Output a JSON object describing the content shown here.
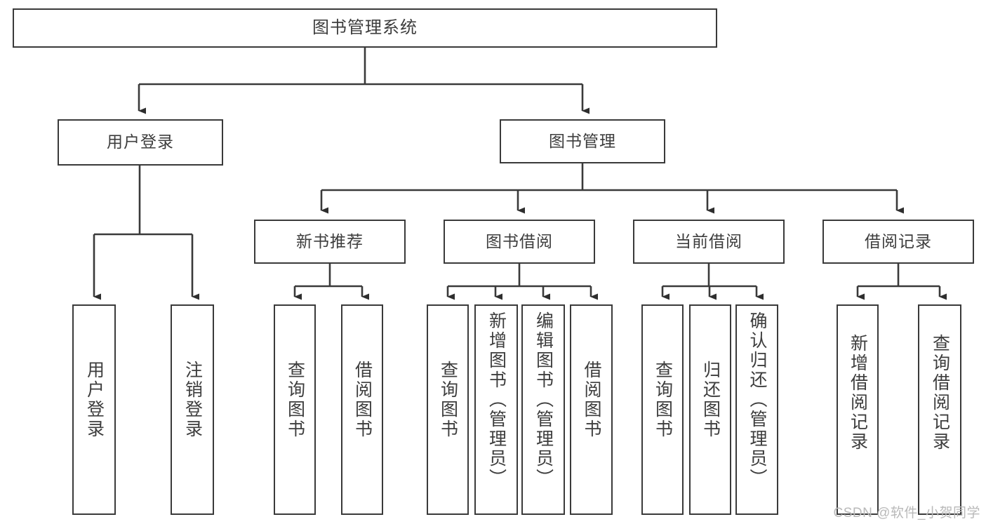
{
  "diagram": {
    "title": "图书管理系统",
    "watermark": "CSDN @软件_小贺同学",
    "colors": {
      "stroke": "#3a3a3a",
      "text": "#3d3d3d",
      "background": "#ffffff",
      "watermark": "#b9b9b9"
    },
    "nodes": {
      "root": {
        "label": "图书管理系统"
      },
      "level2": [
        {
          "label": "用户登录"
        },
        {
          "label": "图书管理"
        }
      ],
      "level3": [
        {
          "label": "新书推荐"
        },
        {
          "label": "图书借阅"
        },
        {
          "label": "当前借阅"
        },
        {
          "label": "借阅记录"
        }
      ],
      "leaves": {
        "user_login": [
          {
            "label": "用户登录"
          },
          {
            "label": "注销登录"
          }
        ],
        "new_book": [
          {
            "label": "查询图书"
          },
          {
            "label": "借阅图书"
          }
        ],
        "book_borrow": [
          {
            "label": "查询图书"
          },
          {
            "label": "新增图书（管理员）"
          },
          {
            "label": "编辑图书（管理员）"
          },
          {
            "label": "借阅图书"
          }
        ],
        "current_borrow": [
          {
            "label": "查询图书"
          },
          {
            "label": "归还图书"
          },
          {
            "label": "确认归还（管理员）"
          }
        ],
        "borrow_record": [
          {
            "label": "新增借阅记录"
          },
          {
            "label": "查询借阅记录"
          }
        ]
      }
    }
  }
}
